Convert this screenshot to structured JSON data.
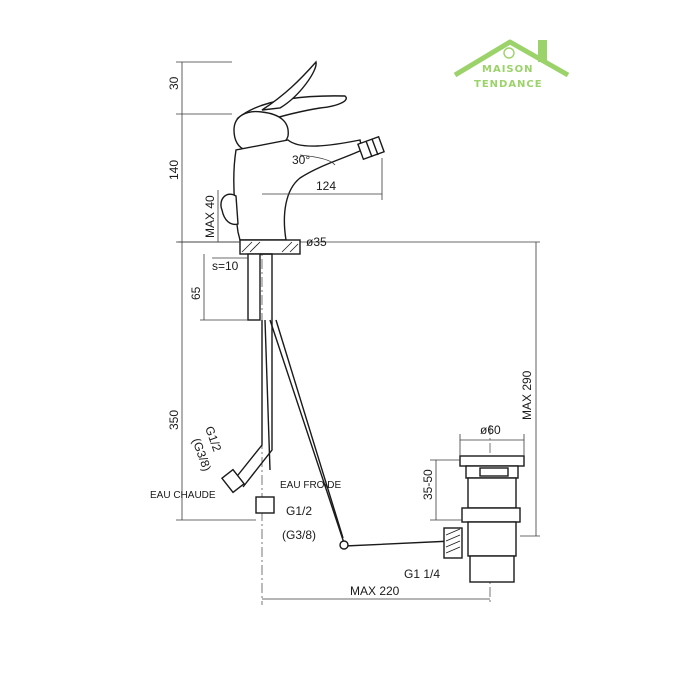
{
  "brand": {
    "line1": "MAISON",
    "line2": "TENDANCE",
    "color": "#9bd36a"
  },
  "dimensions": {
    "handle_height": "30",
    "spout_height": "140",
    "max_40": "MAX 40",
    "angle": "30°",
    "reach": "124",
    "hole_diameter": "ø35",
    "thickness": "s=10",
    "shank_length": "65",
    "hose_length": "350",
    "max_290": "MAX 290",
    "waste_diameter": "ø60",
    "waste_range": "35-50",
    "waste_thread": "G1 1/4",
    "max_220": "MAX 220",
    "hot_thread": "G1/2",
    "hot_thread_alt": "(G3/8)",
    "cold_thread": "G1/2",
    "cold_thread_alt": "(G3/8)"
  },
  "labels": {
    "hot_water": "EAU CHAUDE",
    "cold_water": "EAU FROIDE"
  }
}
